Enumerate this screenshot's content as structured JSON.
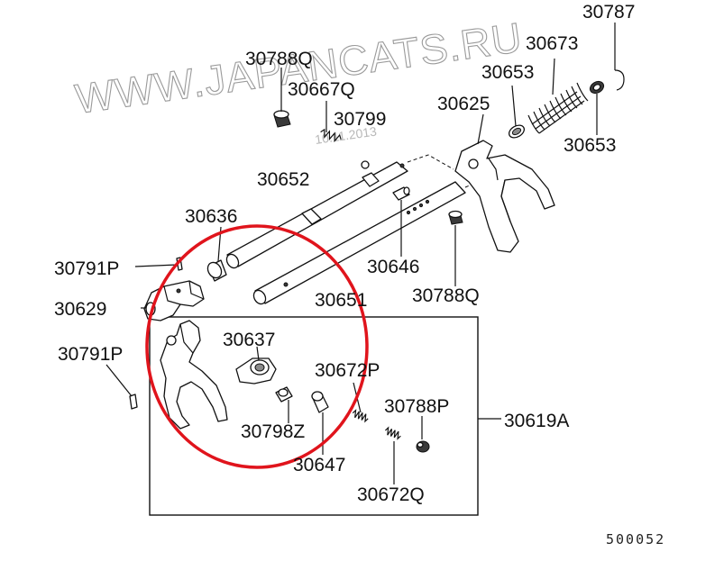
{
  "watermark": {
    "site": "WWW.JAPANCATS.RU",
    "date": "10.11.2013"
  },
  "diagram_code": "500052",
  "labels": {
    "p30787": "30787",
    "p30673": "30673",
    "p30653_top": "30653",
    "p30653_bottom": "30653",
    "p30625": "30625",
    "p30788Q_top": "30788Q",
    "p30667Q": "30667Q",
    "p30799": "30799",
    "p30652": "30652",
    "p30636": "30636",
    "p30791P_top": "30791P",
    "p30629": "30629",
    "p30646": "30646",
    "p30651": "30651",
    "p30788Q_mid": "30788Q",
    "p30791P_bottom": "30791P",
    "p30637": "30637",
    "p30672P": "30672P",
    "p30788P": "30788P",
    "p30619A": "30619A",
    "p30798Z": "30798Z",
    "p30647": "30647",
    "p30672Q": "30672Q"
  },
  "highlight": {
    "color": "#e0141c"
  }
}
